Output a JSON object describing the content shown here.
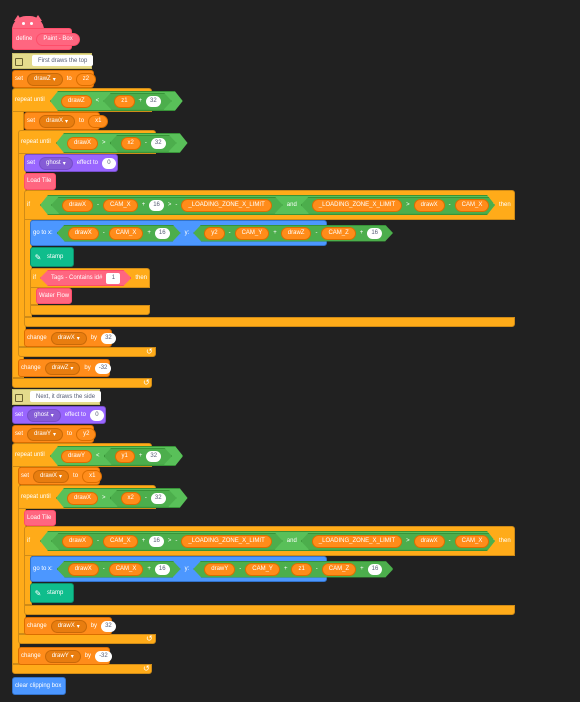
{
  "define": {
    "keyword": "define",
    "name": "Paint - Box"
  },
  "comments": {
    "first": "First draws the top",
    "next": "Next, it draws the side"
  },
  "labels": {
    "set": "set",
    "to": "to",
    "repeat_until": "repeat until",
    "effect_to": "effect to",
    "if": "if",
    "then": "then",
    "and": "and",
    "go_to_x": "go to x:",
    "y": "y:",
    "change": "change",
    "by": "by",
    "stamp": "stamp",
    "load_tile": "Load Tile",
    "water_flow": "Water Flow",
    "tags_contains_id": "Tags - Contains id#",
    "clear_clipping_box": "clear clipping box"
  },
  "vars": {
    "drawZ": "drawZ",
    "drawX": "drawX",
    "drawY": "drawY",
    "z1": "z1",
    "z2": "z2",
    "x1": "x1",
    "x2": "x2",
    "y1": "y1",
    "y2": "y2",
    "cam_x": "CAM_X",
    "cam_y": "CAM_Y",
    "cam_z": "CAM_Z",
    "loading_zone": "_LOADING_ZONE_X_LIMIT",
    "ghost": "ghost"
  },
  "ops": {
    "lt": "<",
    "gt": ">",
    "plus": "+",
    "minus": "-"
  },
  "nums": {
    "n32": "32",
    "neg32": "-32",
    "n16": "16",
    "n0": "0",
    "n1": "1"
  },
  "colors": {
    "background": "#212121",
    "custom": "#ff6680",
    "data": "#ff8c1a",
    "control": "#ffab19",
    "looks": "#9966ff",
    "pen": "#0fbd8c",
    "operator": "#59c059",
    "comment": "#e4db8c"
  }
}
